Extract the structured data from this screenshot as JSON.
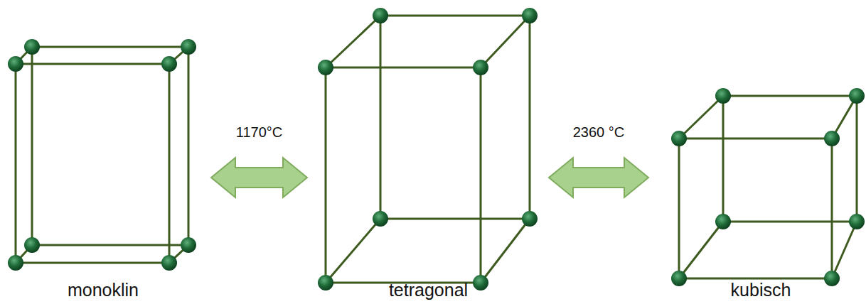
{
  "diagram": {
    "nodes": [
      {
        "text": [
          "monoklin"
        ]
      },
      {
        "text": [
          "tetragonal"
        ]
      },
      {
        "text": [
          "kubisch"
        ]
      }
    ],
    "edges": [
      {
        "from": 0,
        "to": 1,
        "arrow": "both",
        "label": "1170°C"
      },
      {
        "from": 1,
        "to": 2,
        "arrow": "both",
        "label": "2360 °C"
      }
    ]
  }
}
